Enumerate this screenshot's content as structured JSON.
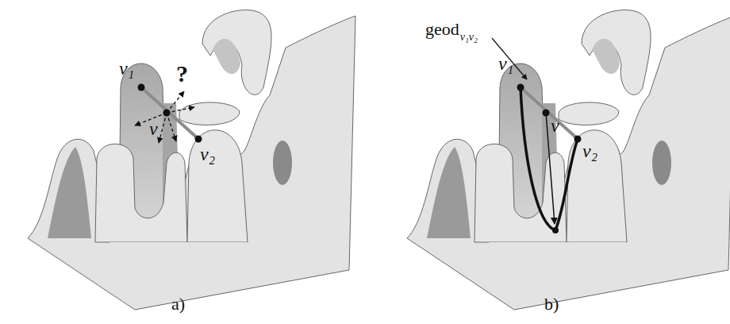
{
  "diagram": {
    "labels": [
      "v₁",
      "?",
      "v",
      "v₂",
      "a)",
      "v₁",
      "geod",
      "v₁v₂",
      "v",
      "v₂",
      "b)"
    ]
  }
}
